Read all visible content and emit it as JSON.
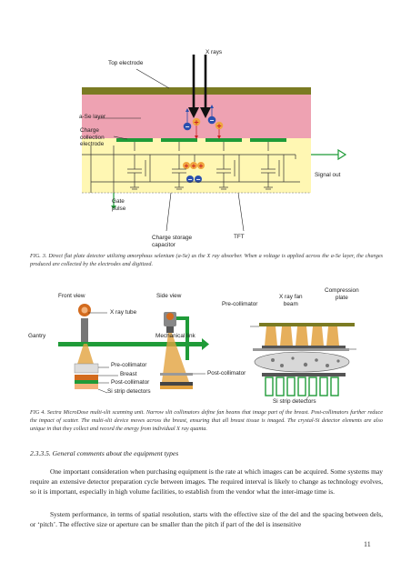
{
  "figure3": {
    "labels": {
      "x_rays": "X rays",
      "top_electrode": "Top electrode",
      "a_se_layer": "a-Se layer",
      "charge_collection_electrode": [
        "Charge",
        "collection",
        "electrode"
      ],
      "signal_out": "Signal out",
      "gate_pulse": [
        "Gate",
        "pulse"
      ],
      "charge_storage_capacitor": [
        "Charge storage",
        "capacitor"
      ],
      "tft": "TFT"
    },
    "caption": "FIG. 3. Direct flat plate detector utilizing amorphous selenium (a-Se) as the X ray absorber. When a voltage is applied across the a-Se layer, the charges produced are collected by the electrodes and digitized."
  },
  "figure4": {
    "labels": {
      "front_view": "Front view",
      "x_ray_tube": "X ray tube",
      "side_view": "Side view",
      "pre_collimator_top": "Pre-collimator",
      "x_ray_fan_beam": [
        "X ray fan",
        "beam"
      ],
      "compression_plate": [
        "Compression",
        "plate"
      ],
      "gantry": "Gantry",
      "mechanical_link": "Mechanical link",
      "pre_collimator_left": "Pre-collimator",
      "breast": "Breast",
      "post_collimator_left": "Post-collimator",
      "si_strip_detectors_left": "Si strip detectors",
      "post_collimator_mid": "Post-collimator",
      "si_strip_detectors_right": "Si strip detectors"
    },
    "caption": "FIG 4. Sectra MicroDose multi-slit scanning unit. Narrow slit collimators define fan beams that image part of the breast. Post-collimators further reduce the impact of scatter. The multi-slit device moves across the breast, ensuring that all breast tissue is imaged. The crystal-Si detector elements are also unique in that they collect and record the energy from individual X ray quanta."
  },
  "section": {
    "heading": "2.3.3.5. General comments about the equipment types"
  },
  "paragraphs": [
    "One important consideration when purchasing equipment is the rate at which images can be acquired. Some systems may require an extensive detector preparation cycle between images. The required interval is likely to change as technology evolves, so it is important, especially in high volume facilities, to establish from the vendor what the inter-image time is.",
    "System performance, in terms of spatial resolution, starts with the effective size of the del and the spacing between dels, or ‘pitch’. The effective size or aperture can be smaller than the pitch if part of the del is insensitive"
  ],
  "page_number": "11",
  "colors": {
    "top_electrode": "#7b7b23",
    "a_se_layer": "#eea2b2",
    "charge_region": "#fff7b3",
    "electrode_green": "#1f9b38",
    "orange": "#f0a640",
    "fan_beam": "#e2a23f",
    "breast_fill": "#d8d8d8"
  }
}
